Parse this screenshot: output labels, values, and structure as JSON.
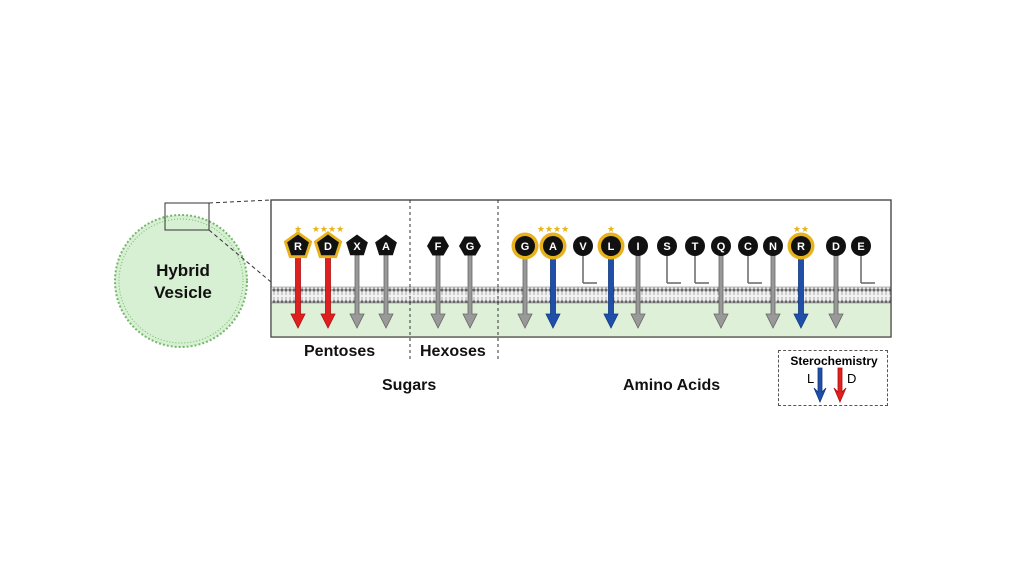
{
  "vesicle": {
    "line1": "Hybrid",
    "line2": "Vesicle"
  },
  "groups": {
    "pentoses": "Pentoses",
    "hexoses": "Hexoses",
    "sugars": "Sugars",
    "amino_acids": "Amino Acids"
  },
  "legend": {
    "title": "Sterochemistry",
    "l_label": "L",
    "d_label": "D"
  },
  "colors": {
    "red": "#e0201f",
    "blue": "#1f4fa8",
    "gray": "#999999",
    "gold": "#e8b21c",
    "membrane_fill": "#dff0d8",
    "vesicle_fill": "#d7efd2"
  },
  "molecules": [
    {
      "label": "R",
      "shape": "pentagon",
      "ring": true,
      "stars": "★",
      "arrow": "red",
      "penetrates": true
    },
    {
      "label": "D",
      "shape": "pentagon",
      "ring": true,
      "stars": "★★★★",
      "arrow": "red",
      "penetrates": true
    },
    {
      "label": "X",
      "shape": "pentagon",
      "ring": false,
      "stars": "",
      "arrow": "gray",
      "penetrates": true
    },
    {
      "label": "A",
      "shape": "pentagon",
      "ring": false,
      "stars": "",
      "arrow": "gray",
      "penetrates": true
    },
    {
      "label": "F",
      "shape": "hexagon",
      "ring": false,
      "stars": "",
      "arrow": "gray",
      "penetrates": true
    },
    {
      "label": "G",
      "shape": "hexagon",
      "ring": false,
      "stars": "",
      "arrow": "gray",
      "penetrates": true
    },
    {
      "label": "G",
      "shape": "circle",
      "ring": true,
      "stars": "",
      "arrow": "gray",
      "penetrates": true
    },
    {
      "label": "A",
      "shape": "circle",
      "ring": true,
      "stars": "★★★★",
      "arrow": "blue",
      "penetrates": true
    },
    {
      "label": "V",
      "shape": "circle",
      "ring": false,
      "stars": "",
      "arrow": "gray",
      "penetrates": false
    },
    {
      "label": "L",
      "shape": "circle",
      "ring": true,
      "stars": "★",
      "arrow": "blue",
      "penetrates": true
    },
    {
      "label": "I",
      "shape": "circle",
      "ring": false,
      "stars": "",
      "arrow": "gray",
      "penetrates": true
    },
    {
      "label": "S",
      "shape": "circle",
      "ring": false,
      "stars": "",
      "arrow": "gray",
      "penetrates": false
    },
    {
      "label": "T",
      "shape": "circle",
      "ring": false,
      "stars": "",
      "arrow": "gray",
      "penetrates": false
    },
    {
      "label": "Q",
      "shape": "circle",
      "ring": false,
      "stars": "",
      "arrow": "gray",
      "penetrates": true
    },
    {
      "label": "C",
      "shape": "circle",
      "ring": false,
      "stars": "",
      "arrow": "gray",
      "penetrates": false
    },
    {
      "label": "N",
      "shape": "circle",
      "ring": false,
      "stars": "",
      "arrow": "gray",
      "penetrates": true
    },
    {
      "label": "R",
      "shape": "circle",
      "ring": true,
      "stars": "★★",
      "arrow": "blue",
      "penetrates": true
    },
    {
      "label": "D",
      "shape": "circle",
      "ring": false,
      "stars": "",
      "arrow": "gray",
      "penetrates": true
    },
    {
      "label": "E",
      "shape": "circle",
      "ring": false,
      "stars": "",
      "arrow": "gray",
      "penetrates": false
    }
  ]
}
